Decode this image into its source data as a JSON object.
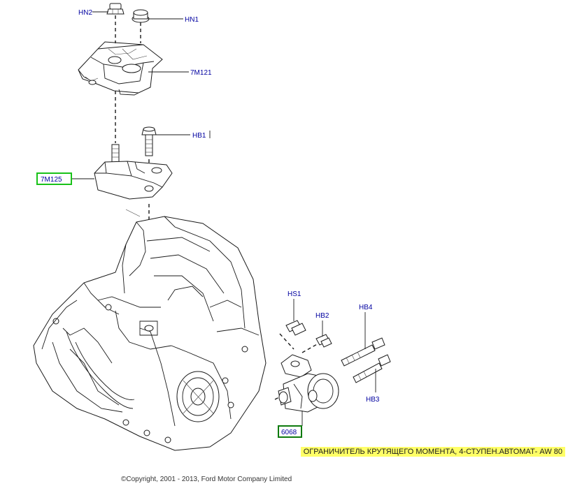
{
  "labels": {
    "hn2": "HN2",
    "hn1": "HN1",
    "m121": "7M121",
    "hb1": "HB1",
    "m125": "7M125",
    "hs1": "HS1",
    "hb2": "HB2",
    "hb4": "HB4",
    "hb3": "HB3",
    "p6068": "6068"
  },
  "colors": {
    "box_7M125": "#19c219",
    "box_6068": "#0d7a0d",
    "caption_bg": "#ffff66",
    "label_text": "#0000a0"
  },
  "caption": "ОГРАНИЧИТЕЛЬ КРУТЯЩЕГО МОМЕНТА, 4-СТУПЕН.АВТОМАТ- AW 80",
  "copyright": "©Copyright, 2001 - 2013, Ford Motor Company Limited"
}
